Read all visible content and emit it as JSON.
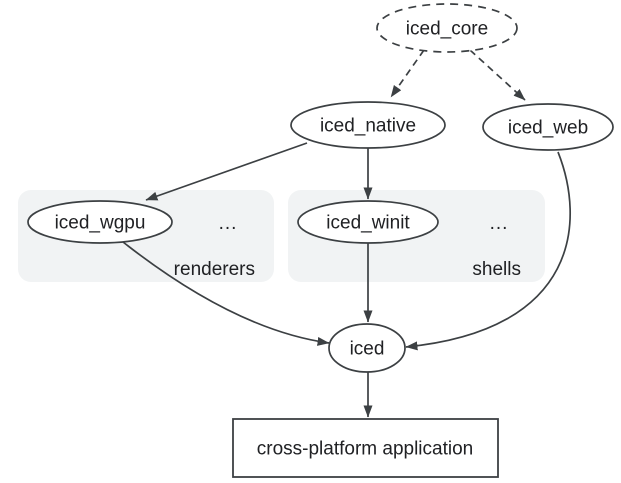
{
  "diagram": {
    "nodes": {
      "iced_core": {
        "label": "iced_core",
        "shape": "ellipse",
        "style": "dashed"
      },
      "iced_native": {
        "label": "iced_native",
        "shape": "ellipse",
        "style": "solid"
      },
      "iced_web": {
        "label": "iced_web",
        "shape": "ellipse",
        "style": "solid"
      },
      "iced_wgpu": {
        "label": "iced_wgpu",
        "shape": "ellipse",
        "style": "solid",
        "group": "renderers"
      },
      "iced_winit": {
        "label": "iced_winit",
        "shape": "ellipse",
        "style": "solid",
        "group": "shells"
      },
      "iced": {
        "label": "iced",
        "shape": "ellipse",
        "style": "solid"
      },
      "application": {
        "label": "cross-platform application",
        "shape": "rect",
        "style": "solid"
      }
    },
    "groups": {
      "renderers": {
        "label": "renderers",
        "ellipsis": "..."
      },
      "shells": {
        "label": "shells",
        "ellipsis": "..."
      }
    },
    "edges": [
      {
        "from": "iced_core",
        "to": "iced_native",
        "style": "dashed"
      },
      {
        "from": "iced_core",
        "to": "iced_web",
        "style": "dashed"
      },
      {
        "from": "iced_native",
        "to": "iced_wgpu",
        "style": "solid"
      },
      {
        "from": "iced_native",
        "to": "iced_winit",
        "style": "solid"
      },
      {
        "from": "iced_wgpu",
        "to": "iced",
        "style": "solid"
      },
      {
        "from": "iced_winit",
        "to": "iced",
        "style": "solid"
      },
      {
        "from": "iced_web",
        "to": "iced",
        "style": "solid"
      },
      {
        "from": "iced",
        "to": "application",
        "style": "solid"
      }
    ],
    "colors": {
      "stroke": "#3c4043",
      "text": "#202124",
      "group_fill": "#f1f3f4",
      "group_label_blue": "#1a73e8",
      "node_fill": "#ffffff",
      "background": "#ffffff"
    }
  }
}
